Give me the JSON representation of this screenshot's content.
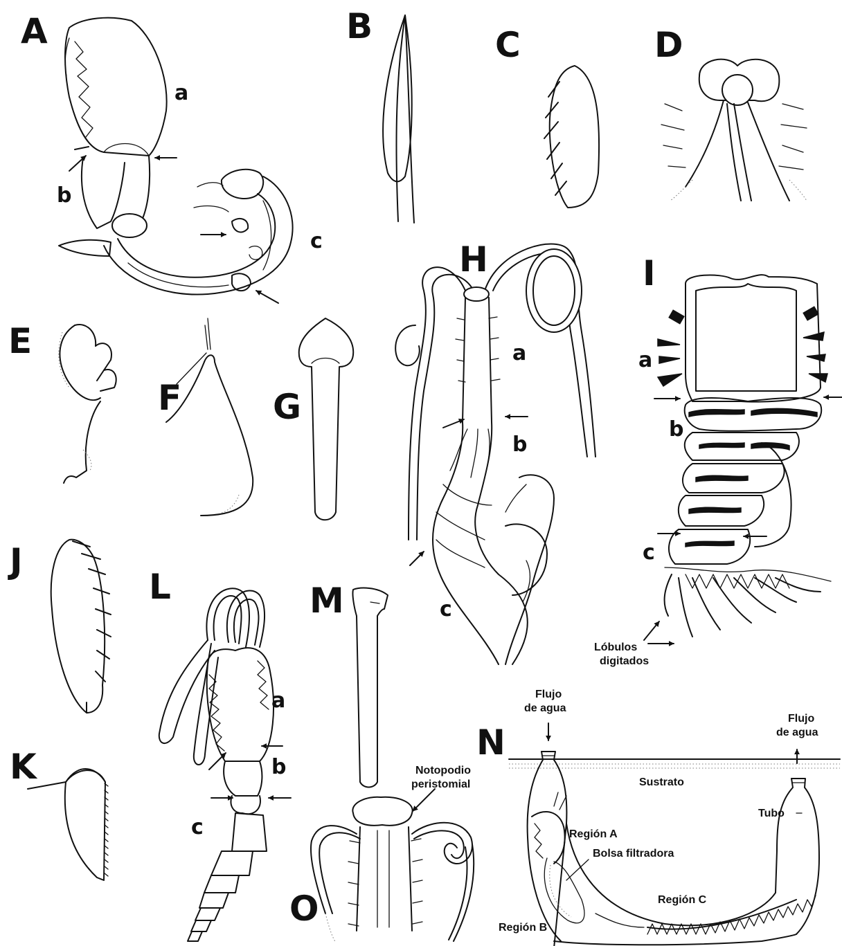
{
  "panels": {
    "A": "A",
    "B": "B",
    "C": "C",
    "D": "D",
    "E": "E",
    "F": "F",
    "G": "G",
    "H": "H",
    "I": "I",
    "J": "J",
    "K": "K",
    "L": "L",
    "M": "M",
    "N": "N",
    "O": "O"
  },
  "parts": {
    "a": "a",
    "b": "b",
    "c": "c"
  },
  "labels": {
    "lobulos_line1": "Lóbulos",
    "lobulos_line2": "digitados",
    "notopodio_line1": "Notopodio",
    "notopodio_line2": "peristomial",
    "flujo_line1": "Flujo",
    "flujo_line2": "de agua",
    "sustrato": "Sustrato",
    "tubo": "Tubo",
    "region_a": "Región A",
    "region_b": "Región B",
    "region_c": "Región C",
    "bolsa": "Bolsa filtradora"
  }
}
